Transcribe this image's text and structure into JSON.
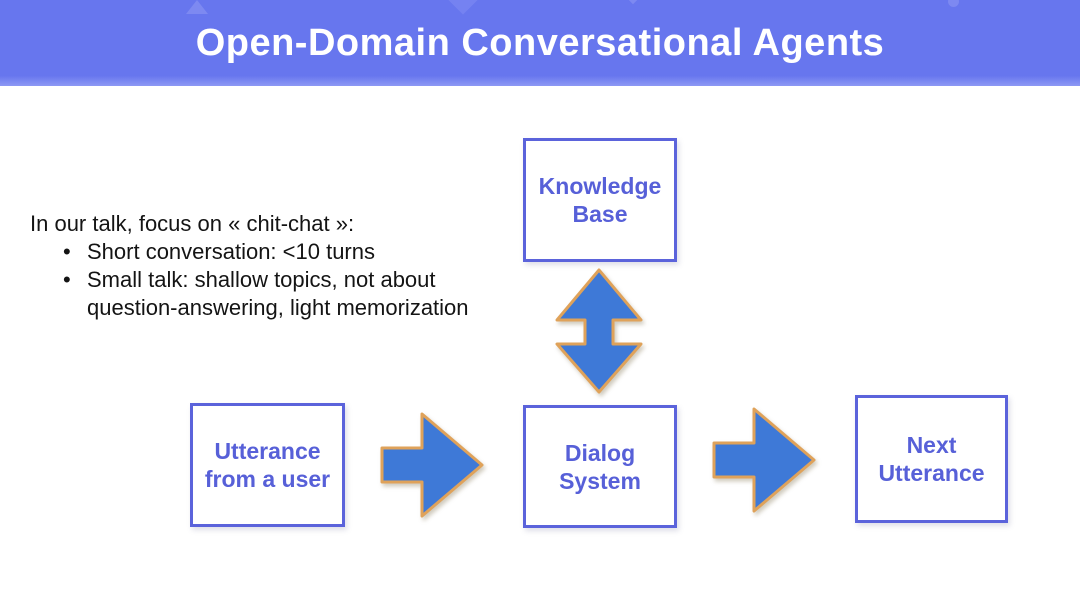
{
  "slide": {
    "title": "Open-Domain Conversational Agents"
  },
  "intro": {
    "heading": "In our talk, focus on « chit-chat »:",
    "bullets": [
      "Short conversation: <10 turns",
      "Small talk: shallow topics, not about question-answering, light memorization"
    ]
  },
  "diagram": {
    "boxes": [
      {
        "id": "knowledge-base",
        "lines": [
          "Knowledge",
          "Base"
        ]
      },
      {
        "id": "utterance-from-user",
        "lines": [
          "Utterance",
          "from a user"
        ]
      },
      {
        "id": "dialog-system",
        "lines": [
          "Dialog",
          "System"
        ]
      },
      {
        "id": "next-utterance",
        "lines": [
          "Next",
          "Utterance"
        ]
      }
    ],
    "arrows": [
      {
        "id": "knowledge-dialog",
        "type": "up-down-arrow"
      },
      {
        "id": "utterance-to-dialog",
        "type": "right-arrow"
      },
      {
        "id": "dialog-to-next",
        "type": "right-arrow"
      }
    ]
  },
  "colors": {
    "header_bg": "#6776EE",
    "header_shape": "#8893F3",
    "title_text": "#FFFFFF",
    "box_border": "#5B63DB",
    "box_text": "#5760D8",
    "arrow_fill": "#3E79D7",
    "arrow_stroke": "#DFA25A",
    "body_text": "#141414",
    "background": "#FFFFFF"
  }
}
